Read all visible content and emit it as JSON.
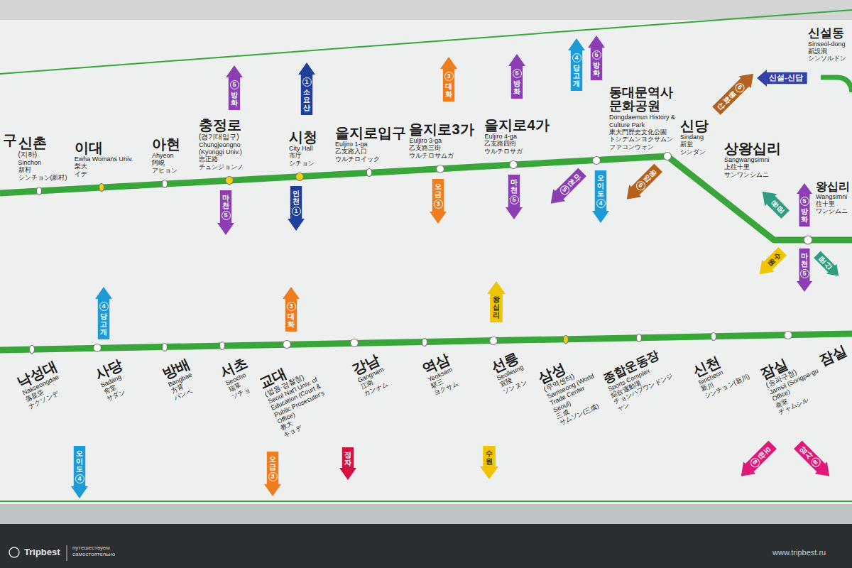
{
  "diagram": {
    "nodes": [
      {
        "text": [
          "5",
          "방화"
        ]
      },
      {
        "text": [
          "5",
          "마천"
        ]
      },
      {
        "text": [
          "1",
          "소요산"
        ]
      },
      {
        "text": [
          "1",
          "인천"
        ]
      },
      {
        "text": [
          "3",
          "대화"
        ]
      },
      {
        "text": [
          "3",
          "오금"
        ]
      },
      {
        "text": [
          "5",
          "방화"
        ]
      },
      {
        "text": [
          "5",
          "마천"
        ]
      },
      {
        "text": [
          "4",
          "당고개"
        ]
      },
      {
        "text": [
          "5",
          "방화"
        ]
      },
      {
        "text": [
          "5",
          "마천"
        ]
      },
      {
        "text": [
          "4",
          "오이도"
        ]
      },
      {
        "text": [
          "6",
          "봉화산"
        ]
      },
      {
        "text": [
          "6",
          "응암"
        ]
      },
      {
        "text": [
          "용문"
        ]
      },
      {
        "text": [
          "5",
          "방화"
        ]
      },
      {
        "text": [
          "수원"
        ]
      },
      {
        "text": [
          "5",
          "마천"
        ]
      },
      {
        "text": [
          "문산"
        ]
      },
      {
        "text": [
          "신설-신답"
        ]
      },
      {
        "text": [
          "4",
          "당고개"
        ]
      },
      {
        "text": [
          "4",
          "오이도"
        ]
      },
      {
        "text": [
          "3",
          "대화"
        ]
      },
      {
        "text": [
          "3",
          "오금"
        ]
      },
      {
        "text": [
          "정자"
        ]
      },
      {
        "text": [
          "왕십리"
        ]
      },
      {
        "text": [
          "수원"
        ]
      },
      {
        "text": [
          "8",
          "모란"
        ]
      },
      {
        "text": [
          "8",
          "암사"
        ]
      }
    ],
    "labels": [
      "구",
      "신촌",
      "(지하)",
      "Sinchon",
      "新村",
      "シンチョン(新村)",
      "이대",
      "Ewha Womans Univ.",
      "梨大",
      "イデ",
      "아현",
      "Ahyeon",
      "阿峴",
      "アヒョン",
      "충정로",
      "(경기대입구)",
      "Chungjeongno (Kyonggi Univ.)",
      "忠正路",
      "チュンジョンノ",
      "시청",
      "City Hall",
      "市庁",
      "シチョン",
      "을지로입구",
      "Euljiro 1-ga",
      "乙支路入口",
      "ウルチロイック",
      "을지로3가",
      "Euljiro 3-ga",
      "乙支路三街",
      "ウルチロサムガ",
      "을지로4가",
      "Euljiro 4-ga",
      "乙支路四街",
      "ウルチロサガ",
      "동대문역사문화공원",
      "Dongdaemun History & Culture Park",
      "東大門歴史文化公園",
      "トンデムンヨクサムンファコンウォン",
      "신당",
      "Sindang",
      "新堂",
      "シンダン",
      "상왕십리",
      "Sangwangsimni",
      "上往十里",
      "サンワンシムニ",
      "왕십리",
      "Wangsimni",
      "往十里",
      "ワンシムニ",
      "신설동",
      "Sinseol-dong",
      "新設洞",
      "シンソルドン",
      "낙성대",
      "Nakseongdae",
      "落星垈",
      "ナクソンデ",
      "사당",
      "Sadang",
      "舍堂",
      "サダン",
      "방배",
      "Bangbae",
      "方背",
      "パンベ",
      "서초",
      "Seocho",
      "瑞草",
      "ソチョ",
      "교대",
      "(법원·검찰청)",
      "Seoul Nat'l Univ. of Education (Court & Public Prosecutor's Office)",
      "教大",
      "キョデ",
      "강남",
      "Gangnam",
      "江南",
      "カンナム",
      "역삼",
      "Yeoksam",
      "駅三",
      "ヨクサム",
      "선릉",
      "Seolleung",
      "宣陵",
      "ソンヌン",
      "삼성",
      "(무역센터)",
      "Samseong (World Trade Center Seoul)",
      "三成",
      "サムソン(三成)",
      "종합운동장",
      "Sports Complex",
      "綜合運動場",
      "チョンハプウンドンジャン",
      "신천",
      "Sincheon",
      "新川",
      "シンチョン(新川)",
      "잠실",
      "(송파구청)",
      "Jamsil (Songpa-gu Office)",
      "蚕室",
      "チャムシル",
      "잠실",
      "Tripbest",
      "путешествуем самостоятельно",
      "www.tripbest.ru"
    ]
  }
}
